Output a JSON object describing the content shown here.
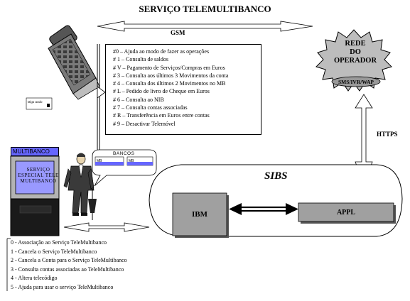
{
  "title": "SERVIÇO TELEMULTIBANCO",
  "gsm_label": "GSM",
  "menu_items": [
    "#0 – Ajuda ao modo de fazer as operações",
    "# 1 – Consulta de saldos",
    "# V – Pagamento de Serviços/Compras em Euros",
    "# 3 – Consulta aos últimos 3 Movimentos da conta",
    "# 4 – Consulta dos últimos 2 Movimentos no MB",
    "# L – Pedido de livro de Cheque em Euros",
    "# 6 – Consulta ao NIB",
    "# 7 – Consulta contas associadas",
    "# R – Transferência em Euros entre contas",
    "# 9 – Desactivar Telemóvel"
  ],
  "operator": {
    "lines": [
      "REDE",
      "DO",
      "OPERADOR"
    ],
    "channels": "SMS/IVR/WAP"
  },
  "https_label": "HTTPS",
  "sibs_label": "SIBS",
  "ibm_label": "IBM",
  "appl_label": "APPL",
  "multibanco_label": "MULTIBANCO",
  "atm_screen": "SERVIÇO ESPECIAL TELE MULTIBANCO",
  "bancos_label": "BANCOS",
  "bank_cards": [
    "MB",
    "MB"
  ],
  "phone_display": "Digo aodo",
  "atm_options": [
    "0 - Associação ao Serviço TeleMultibanco",
    "1 - Cancela o Serviço TeleMultibanco",
    "2 - Cancela a Conta para o Serviço TeleMultibanco",
    "3 - Consulta contas associadas ao TeleMultibanco",
    "4 - Altera telecódigo",
    "5 - Ajuda para usar o serviço TeleMultibanco"
  ],
  "colors": {
    "gray_box": "#a0a0a0",
    "blue_header": "#6666ff",
    "screen_blue": "#9999ff",
    "atm_gray": "#b3b3b3",
    "dark": "#1a1a1a"
  }
}
